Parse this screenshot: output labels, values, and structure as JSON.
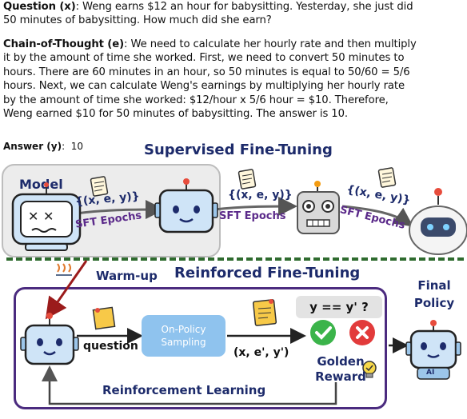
{
  "question": {
    "label": "Question (x)",
    "line1": ": Weng earns $12 an hour for babysitting. Yesterday, she just did",
    "line2": "50 minutes of babysitting. How much did she earn?"
  },
  "cot": {
    "label": "Chain-of-Thought (e)",
    "line1": ": We need to calculate her hourly rate and then multiply",
    "line2": "it by the amount of time she worked. First, we need to convert 50 minutes to",
    "line3": "hours. There are 60 minutes in an hour, so 50 minutes is equal to 50/60 = 5/6",
    "line4": "hours. Next, we can calculate Weng's earnings by multiplying her hourly rate",
    "line5": "by the amount of time she worked:  $12/hour x 5/6 hour = $10. Therefore,",
    "line6": "Weng earned $10 for 50 minutes of babysitting. The answer is 10."
  },
  "answer": {
    "label": "Answer (y)",
    "value": "10"
  },
  "sft": {
    "title": "Supervised Fine-Tuning",
    "model_label": "Model",
    "tuple": "{(x, e, y)}",
    "epochs": "SFT Epochs"
  },
  "rft": {
    "title": "Reinforced Fine-Tuning",
    "warmup": "Warm-up",
    "question": "question",
    "on_policy_1": "On-Policy",
    "on_policy_2": "Sampling",
    "sample_tuple": "(x, e', y')",
    "check_text": "y == y' ?",
    "golden_1": "Golden",
    "golden_2": "Reward",
    "rl_label": "Reinforcement Learning",
    "final_1": "Final",
    "final_2": "Policy",
    "ai_badge": "AI"
  },
  "colors": {
    "title_blue": "#1d2b6b",
    "purple": "#5b2a8a",
    "rft_border": "#4b2b7f",
    "dash_green": "#2f6b2f",
    "warmup_red": "#9b1b1b",
    "robot_blue": "#cfe4f7"
  }
}
